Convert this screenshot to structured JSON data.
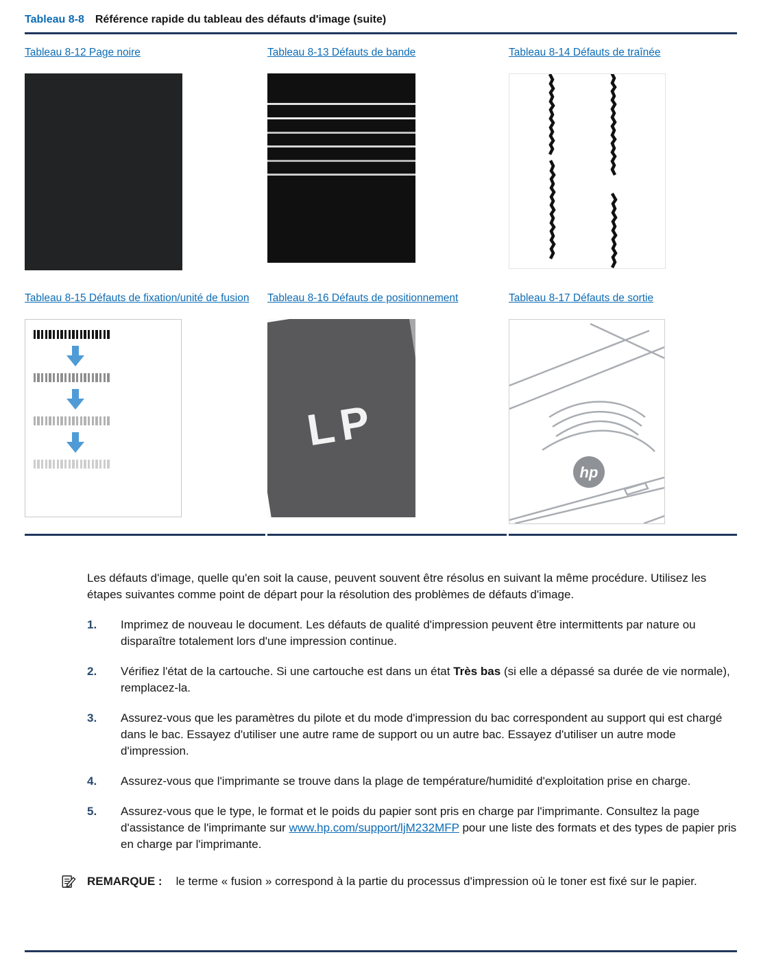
{
  "colors": {
    "accent": "#0d6cb5",
    "rule": "#20375c",
    "arrow_blue": "#4f9bd6"
  },
  "caption": {
    "label": "Tableau 8-8",
    "title": "Référence rapide du tableau des défauts d'image (suite)"
  },
  "table": {
    "cells": [
      {
        "link": "Tableau 8-12 Page noire"
      },
      {
        "link": "Tableau 8-13 Défauts de bande"
      },
      {
        "link": "Tableau 8-14 Défauts de traînée"
      },
      {
        "link": "Tableau 8-15 Défauts de fixation/unité de fusion"
      },
      {
        "link": "Tableau 8-16 Défauts de positionnement"
      },
      {
        "link": "Tableau 8-17 Défauts de sortie"
      }
    ]
  },
  "figures": {
    "lp_text": "LP",
    "hp_logo": "hp"
  },
  "intro": "Les défauts d'image, quelle qu'en soit la cause, peuvent souvent être résolus en suivant la même procédure. Utilisez les étapes suivantes comme point de départ pour la résolution des problèmes de défauts d'image.",
  "steps": [
    {
      "num": "1.",
      "text": "Imprimez de nouveau le document. Les défauts de qualité d'impression peuvent être intermittents par nature ou disparaître totalement lors d'une impression continue."
    },
    {
      "num": "2.",
      "text_pre": "Vérifiez l'état de la cartouche. Si une cartouche est dans un état ",
      "text_bold": "Très bas",
      "text_post": " (si elle a dépassé sa durée de vie normale), remplacez-la."
    },
    {
      "num": "3.",
      "text": "Assurez-vous que les paramètres du pilote et du mode d'impression du bac correspondent au support qui est chargé dans le bac. Essayez d'utiliser une autre rame de support ou un autre bac. Essayez d'utiliser un autre mode d'impression."
    },
    {
      "num": "4.",
      "text": "Assurez-vous que l'imprimante se trouve dans la plage de température/humidité d'exploitation prise en charge."
    },
    {
      "num": "5.",
      "text_pre": "Assurez-vous que le type, le format et le poids du papier sont pris en charge par l'imprimante. Consultez la page d'assistance de l'imprimante sur ",
      "link_text": "www.hp.com/support/ljM232MFP",
      "text_post": " pour une liste des formats et des types de papier pris en charge par l'imprimante."
    }
  ],
  "note": {
    "label": "REMARQUE :",
    "text": "le terme « fusion » correspond à la partie du processus d'impression où le toner est fixé sur le papier."
  }
}
